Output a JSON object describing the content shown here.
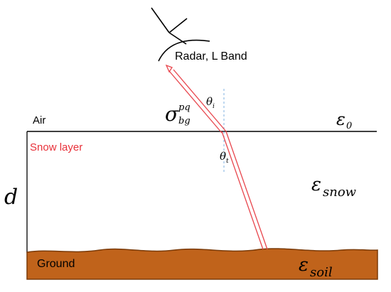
{
  "labels": {
    "radar": "Radar, L Band",
    "air": "Air",
    "snow_layer": "Snow layer",
    "ground": "Ground",
    "depth": "d",
    "sigma_main": "σ",
    "sigma_sub": "bg",
    "sigma_sup": "pq",
    "theta": "θ",
    "theta_i_sub": "i",
    "theta_t_sub": "t",
    "eps": "ε",
    "eps0_sub": "0",
    "eps_snow_sub": "snow",
    "eps_soil_sub": "soil"
  },
  "colors": {
    "ground_fill": "#c0631b",
    "ground_stroke": "#7a3a08",
    "ray": "#e8464d",
    "snow_label": "#e8313a",
    "normal": "#7fb0e0",
    "ink": "#000000"
  },
  "icons": {
    "antenna": "radar-antenna-icon"
  }
}
